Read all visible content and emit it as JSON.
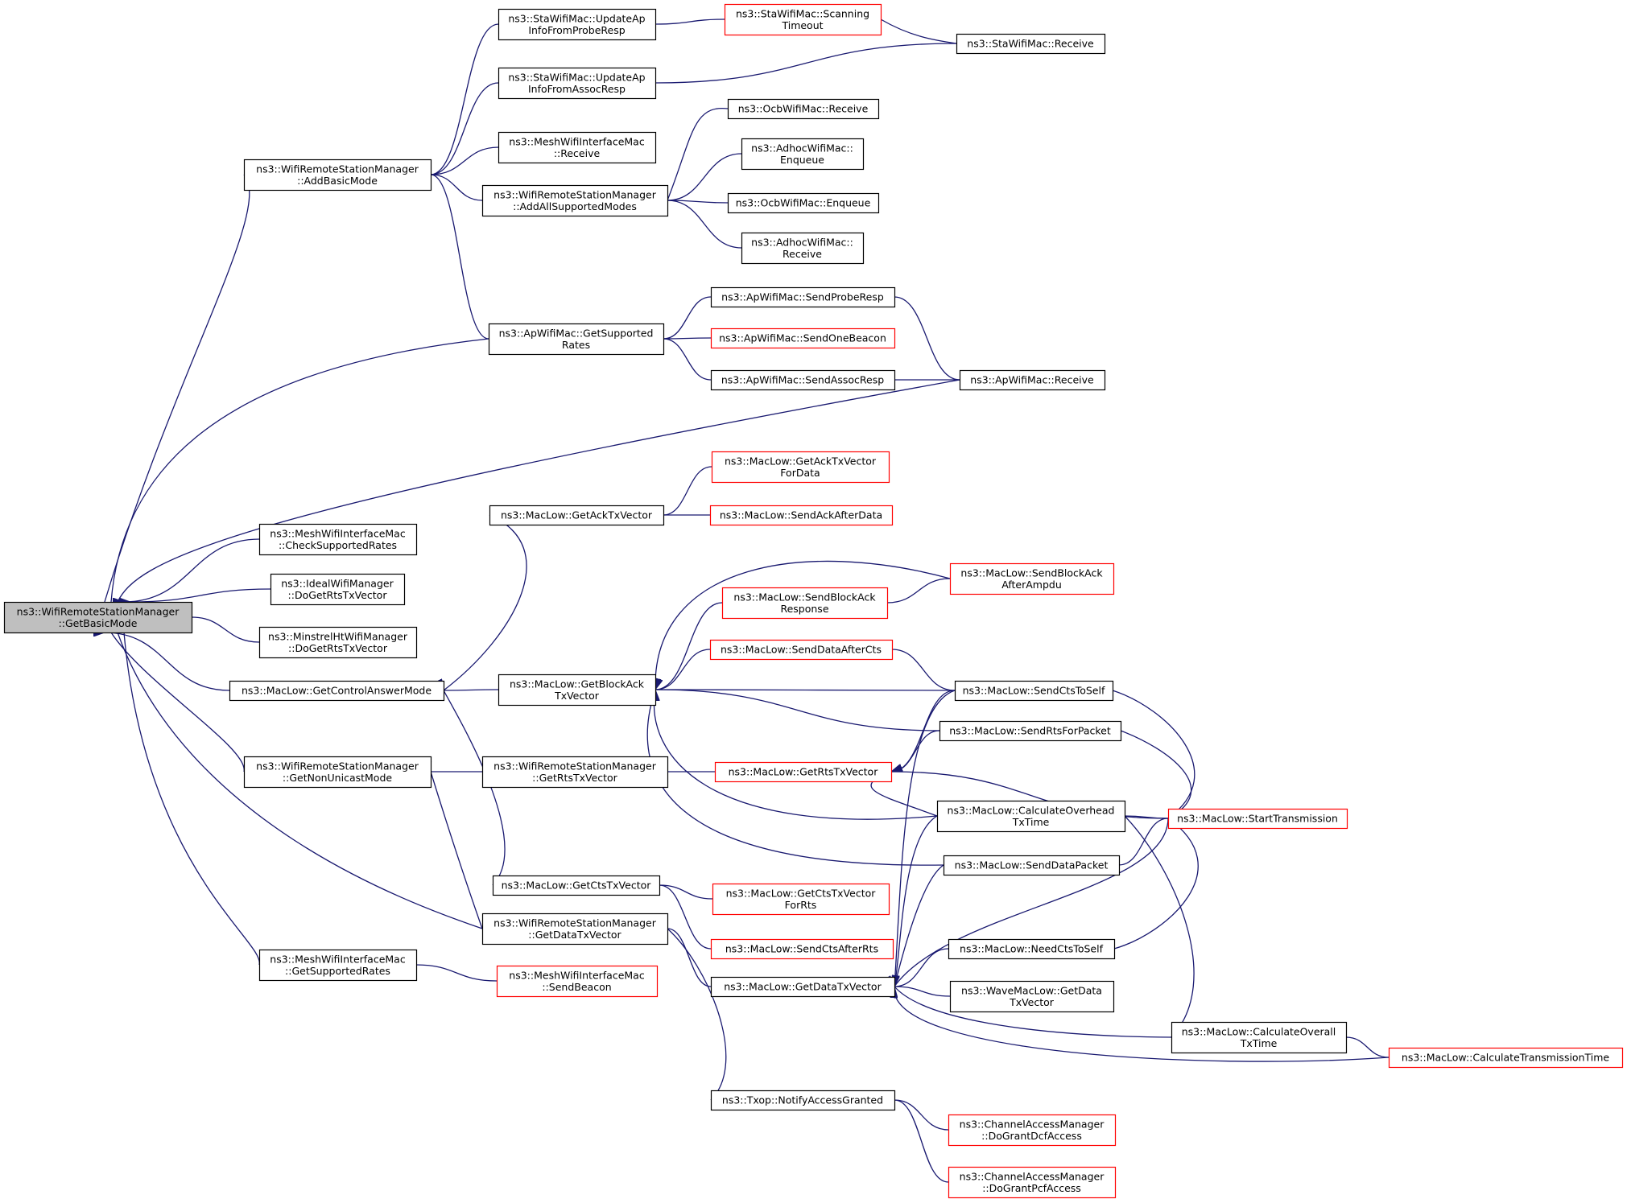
{
  "graph": {
    "colors": {
      "edge": "#191970",
      "box_border": "#000000",
      "box_border_truncated": "#ff0000",
      "root_fill": "#bfbfbf",
      "box_fill": "#ffffff"
    },
    "nodes": [
      {
        "id": "n0",
        "lines": [
          "ns3::WifiRemoteStationManager",
          "::GetBasicMode"
        ],
        "style": "root"
      },
      {
        "id": "n1",
        "lines": [
          "ns3::WifiRemoteStationManager",
          "::AddBasicMode"
        ],
        "style": "normal"
      },
      {
        "id": "n2",
        "lines": [
          "ns3::StaWifiMac::UpdateAp",
          "InfoFromProbeResp"
        ],
        "style": "normal"
      },
      {
        "id": "n3",
        "lines": [
          "ns3::StaWifiMac::Scanning",
          "Timeout"
        ],
        "style": "truncated"
      },
      {
        "id": "n4",
        "lines": [
          "ns3::StaWifiMac::Receive"
        ],
        "style": "normal"
      },
      {
        "id": "n5",
        "lines": [
          "ns3::StaWifiMac::UpdateAp",
          "InfoFromAssocResp"
        ],
        "style": "normal"
      },
      {
        "id": "n6",
        "lines": [
          "ns3::MeshWifiInterfaceMac",
          "::Receive"
        ],
        "style": "normal"
      },
      {
        "id": "n7",
        "lines": [
          "ns3::WifiRemoteStationManager",
          "::AddAllSupportedModes"
        ],
        "style": "normal"
      },
      {
        "id": "n8",
        "lines": [
          "ns3::OcbWifiMac::Receive"
        ],
        "style": "normal"
      },
      {
        "id": "n9",
        "lines": [
          "ns3::AdhocWifiMac::",
          "Enqueue"
        ],
        "style": "normal"
      },
      {
        "id": "n10",
        "lines": [
          "ns3::OcbWifiMac::Enqueue"
        ],
        "style": "normal"
      },
      {
        "id": "n11",
        "lines": [
          "ns3::AdhocWifiMac::",
          "Receive"
        ],
        "style": "normal"
      },
      {
        "id": "n12",
        "lines": [
          "ns3::ApWifiMac::GetSupported",
          "Rates"
        ],
        "style": "normal"
      },
      {
        "id": "n13",
        "lines": [
          "ns3::ApWifiMac::SendProbeResp"
        ],
        "style": "normal"
      },
      {
        "id": "n14",
        "lines": [
          "ns3::ApWifiMac::SendOneBeacon"
        ],
        "style": "truncated"
      },
      {
        "id": "n15",
        "lines": [
          "ns3::ApWifiMac::SendAssocResp"
        ],
        "style": "normal"
      },
      {
        "id": "n16",
        "lines": [
          "ns3::ApWifiMac::Receive"
        ],
        "style": "normal"
      },
      {
        "id": "n17",
        "lines": [
          "ns3::MeshWifiInterfaceMac",
          "::CheckSupportedRates"
        ],
        "style": "normal"
      },
      {
        "id": "n18",
        "lines": [
          "ns3::IdealWifiManager",
          "::DoGetRtsTxVector"
        ],
        "style": "normal"
      },
      {
        "id": "n19",
        "lines": [
          "ns3::MinstrelHtWifiManager",
          "::DoGetRtsTxVector"
        ],
        "style": "normal"
      },
      {
        "id": "n20",
        "lines": [
          "ns3::MacLow::GetControlAnswerMode"
        ],
        "style": "normal"
      },
      {
        "id": "n21",
        "lines": [
          "ns3::MacLow::GetAckTxVector"
        ],
        "style": "normal"
      },
      {
        "id": "n22",
        "lines": [
          "ns3::MacLow::GetAckTxVector",
          "ForData"
        ],
        "style": "truncated"
      },
      {
        "id": "n23",
        "lines": [
          "ns3::MacLow::SendAckAfterData"
        ],
        "style": "truncated"
      },
      {
        "id": "n24",
        "lines": [
          "ns3::MacLow::GetBlockAck",
          "TxVector"
        ],
        "style": "normal"
      },
      {
        "id": "n25",
        "lines": [
          "ns3::MacLow::SendBlockAck",
          "AfterAmpdu"
        ],
        "style": "truncated"
      },
      {
        "id": "n26",
        "lines": [
          "ns3::MacLow::SendBlockAck",
          "Response"
        ],
        "style": "truncated"
      },
      {
        "id": "n27",
        "lines": [
          "ns3::MacLow::SendDataAfterCts"
        ],
        "style": "truncated"
      },
      {
        "id": "n28",
        "lines": [
          "ns3::MacLow::SendCtsToSelf"
        ],
        "style": "normal"
      },
      {
        "id": "n29",
        "lines": [
          "ns3::MacLow::SendRtsForPacket"
        ],
        "style": "normal"
      },
      {
        "id": "n30",
        "lines": [
          "ns3::MacLow::GetRtsTxVector"
        ],
        "style": "truncated"
      },
      {
        "id": "n31",
        "lines": [
          "ns3::MacLow::CalculateOverhead",
          "TxTime"
        ],
        "style": "normal"
      },
      {
        "id": "n32",
        "lines": [
          "ns3::MacLow::StartTransmission"
        ],
        "style": "truncated"
      },
      {
        "id": "n33",
        "lines": [
          "ns3::MacLow::SendDataPacket"
        ],
        "style": "normal"
      },
      {
        "id": "n34",
        "lines": [
          "ns3::WifiRemoteStationManager",
          "::GetNonUnicastMode"
        ],
        "style": "normal"
      },
      {
        "id": "n35",
        "lines": [
          "ns3::WifiRemoteStationManager",
          "::GetRtsTxVector"
        ],
        "style": "normal"
      },
      {
        "id": "n36",
        "lines": [
          "ns3::MacLow::GetCtsTxVector"
        ],
        "style": "normal"
      },
      {
        "id": "n37",
        "lines": [
          "ns3::MacLow::GetCtsTxVector",
          "ForRts"
        ],
        "style": "truncated"
      },
      {
        "id": "n38",
        "lines": [
          "ns3::MacLow::SendCtsAfterRts"
        ],
        "style": "truncated"
      },
      {
        "id": "n39",
        "lines": [
          "ns3::WifiRemoteStationManager",
          "::GetDataTxVector"
        ],
        "style": "normal"
      },
      {
        "id": "n40",
        "lines": [
          "ns3::MacLow::NeedCtsToSelf"
        ],
        "style": "normal"
      },
      {
        "id": "n41",
        "lines": [
          "ns3::MeshWifiInterfaceMac",
          "::GetSupportedRates"
        ],
        "style": "normal"
      },
      {
        "id": "n42",
        "lines": [
          "ns3::MeshWifiInterfaceMac",
          "::SendBeacon"
        ],
        "style": "truncated"
      },
      {
        "id": "n43",
        "lines": [
          "ns3::MacLow::GetDataTxVector"
        ],
        "style": "normal"
      },
      {
        "id": "n44",
        "lines": [
          "ns3::WaveMacLow::GetData",
          "TxVector"
        ],
        "style": "normal"
      },
      {
        "id": "n45",
        "lines": [
          "ns3::MacLow::CalculateOverall",
          "TxTime"
        ],
        "style": "normal"
      },
      {
        "id": "n46",
        "lines": [
          "ns3::MacLow::CalculateTransmissionTime"
        ],
        "style": "truncated"
      },
      {
        "id": "n47",
        "lines": [
          "ns3::Txop::NotifyAccessGranted"
        ],
        "style": "normal"
      },
      {
        "id": "n48",
        "lines": [
          "ns3::ChannelAccessManager",
          "::DoGrantDcfAccess"
        ],
        "style": "truncated"
      },
      {
        "id": "n49",
        "lines": [
          "ns3::ChannelAccessManager",
          "::DoGrantPcfAccess"
        ],
        "style": "truncated"
      }
    ],
    "edges": [
      [
        "n0",
        "n1"
      ],
      [
        "n0",
        "n12"
      ],
      [
        "n0",
        "n16"
      ],
      [
        "n0",
        "n17"
      ],
      [
        "n0",
        "n18"
      ],
      [
        "n0",
        "n19"
      ],
      [
        "n0",
        "n20"
      ],
      [
        "n0",
        "n34"
      ],
      [
        "n0",
        "n39"
      ],
      [
        "n0",
        "n41"
      ],
      [
        "n1",
        "n2"
      ],
      [
        "n1",
        "n5"
      ],
      [
        "n1",
        "n6"
      ],
      [
        "n1",
        "n7"
      ],
      [
        "n1",
        "n12"
      ],
      [
        "n2",
        "n3"
      ],
      [
        "n3",
        "n4"
      ],
      [
        "n5",
        "n4"
      ],
      [
        "n7",
        "n8"
      ],
      [
        "n7",
        "n9"
      ],
      [
        "n7",
        "n10"
      ],
      [
        "n7",
        "n11"
      ],
      [
        "n12",
        "n13"
      ],
      [
        "n12",
        "n14"
      ],
      [
        "n12",
        "n15"
      ],
      [
        "n13",
        "n16"
      ],
      [
        "n15",
        "n16"
      ],
      [
        "n20",
        "n21"
      ],
      [
        "n20",
        "n24"
      ],
      [
        "n20",
        "n36"
      ],
      [
        "n21",
        "n22"
      ],
      [
        "n21",
        "n23"
      ],
      [
        "n24",
        "n25"
      ],
      [
        "n24",
        "n26"
      ],
      [
        "n24",
        "n27"
      ],
      [
        "n24",
        "n28"
      ],
      [
        "n24",
        "n29"
      ],
      [
        "n24",
        "n31"
      ],
      [
        "n24",
        "n33"
      ],
      [
        "n26",
        "n25"
      ],
      [
        "n27",
        "n28"
      ],
      [
        "n28",
        "n32"
      ],
      [
        "n29",
        "n32"
      ],
      [
        "n30",
        "n28"
      ],
      [
        "n30",
        "n29"
      ],
      [
        "n30",
        "n31"
      ],
      [
        "n30",
        "n32"
      ],
      [
        "n31",
        "n32"
      ],
      [
        "n31",
        "n45"
      ],
      [
        "n33",
        "n32"
      ],
      [
        "n34",
        "n35"
      ],
      [
        "n34",
        "n39"
      ],
      [
        "n35",
        "n30"
      ],
      [
        "n36",
        "n37"
      ],
      [
        "n36",
        "n38"
      ],
      [
        "n39",
        "n43"
      ],
      [
        "n39",
        "n47"
      ],
      [
        "n40",
        "n32"
      ],
      [
        "n41",
        "n42"
      ],
      [
        "n43",
        "n28"
      ],
      [
        "n43",
        "n31"
      ],
      [
        "n43",
        "n32"
      ],
      [
        "n43",
        "n33"
      ],
      [
        "n43",
        "n40"
      ],
      [
        "n43",
        "n44"
      ],
      [
        "n43",
        "n45"
      ],
      [
        "n43",
        "n46"
      ],
      [
        "n45",
        "n46"
      ],
      [
        "n47",
        "n48"
      ],
      [
        "n47",
        "n49"
      ]
    ]
  }
}
